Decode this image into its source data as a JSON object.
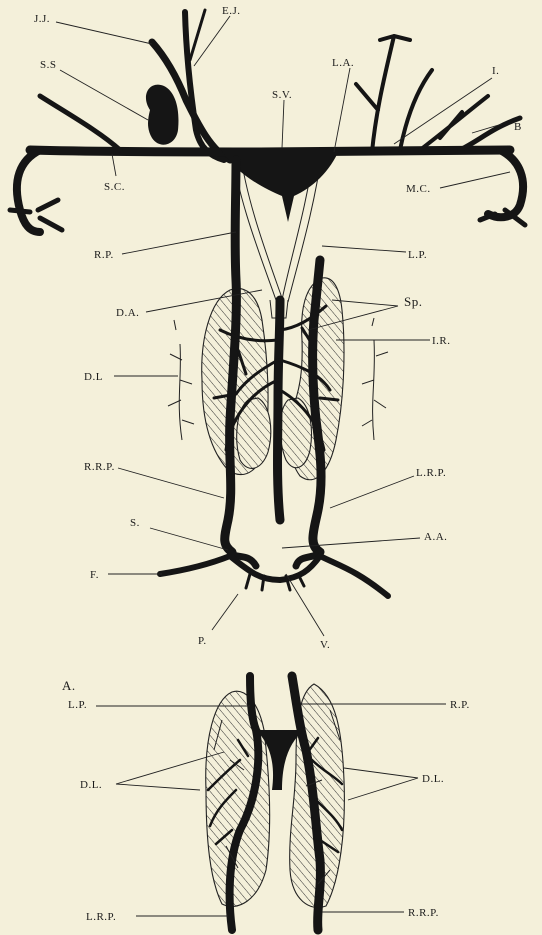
{
  "figure_top": {
    "labels": {
      "JJ": "J.J.",
      "EJ": "E.J.",
      "SS": "S.S",
      "LA": "L.A.",
      "I": "I.",
      "SV": "S.V.",
      "B": "B",
      "SC": "S.C.",
      "MC": "M.C.",
      "RP": "R.P.",
      "LP": "L.P.",
      "DA": "D.A.",
      "Sp": "Sp.",
      "IR": "I.R.",
      "DL": "D.L",
      "RRP": "R.R.P.",
      "LRP": "L.R.P.",
      "S": "S.",
      "AA": "A.A.",
      "F": "F.",
      "P": "P.",
      "V": "V."
    }
  },
  "figure_bottom": {
    "title": "A.",
    "labels": {
      "LP": "L.P.",
      "RP": "R.P.",
      "DL_left": "D.L.",
      "DL_right": "D.L.",
      "LRP": "L.R.P.",
      "RRP": "R.R.P."
    }
  }
}
